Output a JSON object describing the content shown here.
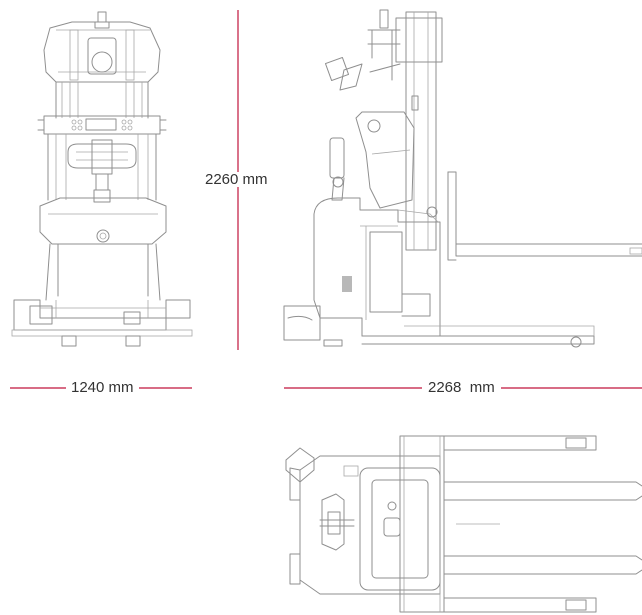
{
  "dimensions": {
    "height_label": "2260 mm",
    "width_label": "1240 mm",
    "length_label": "2268  mm"
  },
  "colors": {
    "dimension_line": "#c0143c",
    "drawing_line": "#8f8f8f",
    "text": "#333333",
    "background": "#ffffff"
  },
  "views": [
    "front-view",
    "side-view",
    "top-view"
  ]
}
